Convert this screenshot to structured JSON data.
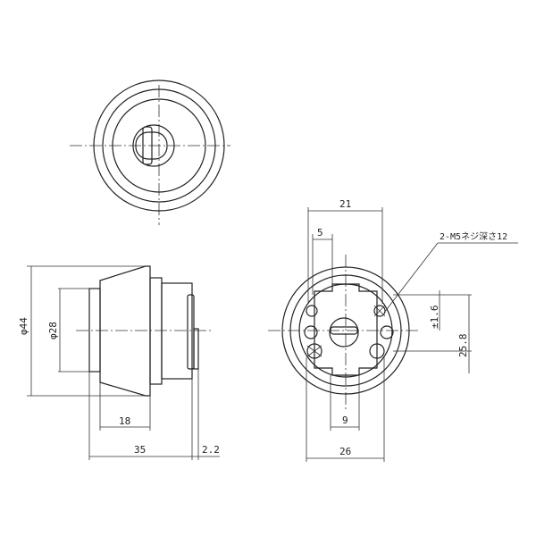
{
  "dimensions": {
    "outer_diameter": "φ44",
    "cylinder_diameter": "φ28",
    "cone_length": "18",
    "total_length": "35",
    "tail_length": "2.2",
    "top_width": "21",
    "offset": "5",
    "screw_note": "2-M5ネジ深さ12",
    "tolerance": "±1.6",
    "hole_pitch": "25.8",
    "slot_width": "9",
    "bottom_width": "26"
  }
}
